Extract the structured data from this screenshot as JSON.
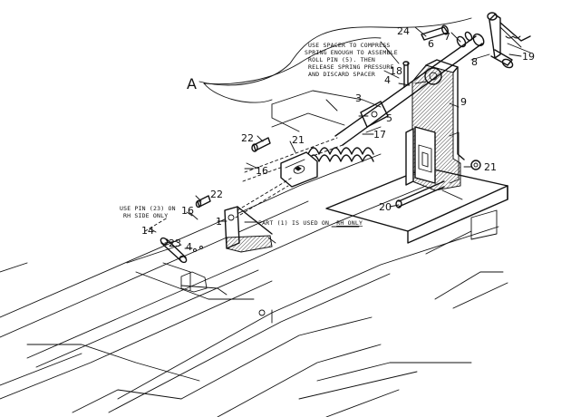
{
  "callouts": {
    "A": "A",
    "c1": "1",
    "c3": "3",
    "c4a": "4",
    "c4b": "4",
    "c5": "5",
    "c6": "6",
    "c7": "7",
    "c8": "8",
    "c9": "9",
    "c14": "14",
    "c16a": "16",
    "c16b": "16",
    "c17": "17",
    "c18": "18",
    "c19": "19",
    "c20": "20",
    "c21a": "21",
    "c21b": "21",
    "c22a": "22",
    "c22b": "22",
    "c23": "23",
    "c24": "24"
  },
  "notes": {
    "top": [
      "USE SPACER TO COMPRESS",
      "SPRING ENOUGH TO ASSEMBLE",
      "ROLL PIN (5). THEN",
      "RELEASE SPRING PRESSURE",
      "AND DISCARD SPACER"
    ],
    "left": [
      "USE PIN (23) ON",
      "RH SIDE ONLY"
    ],
    "mid_prefix": "PART (1) IS USED ON",
    "mid_suffix": "RH ONLY"
  }
}
